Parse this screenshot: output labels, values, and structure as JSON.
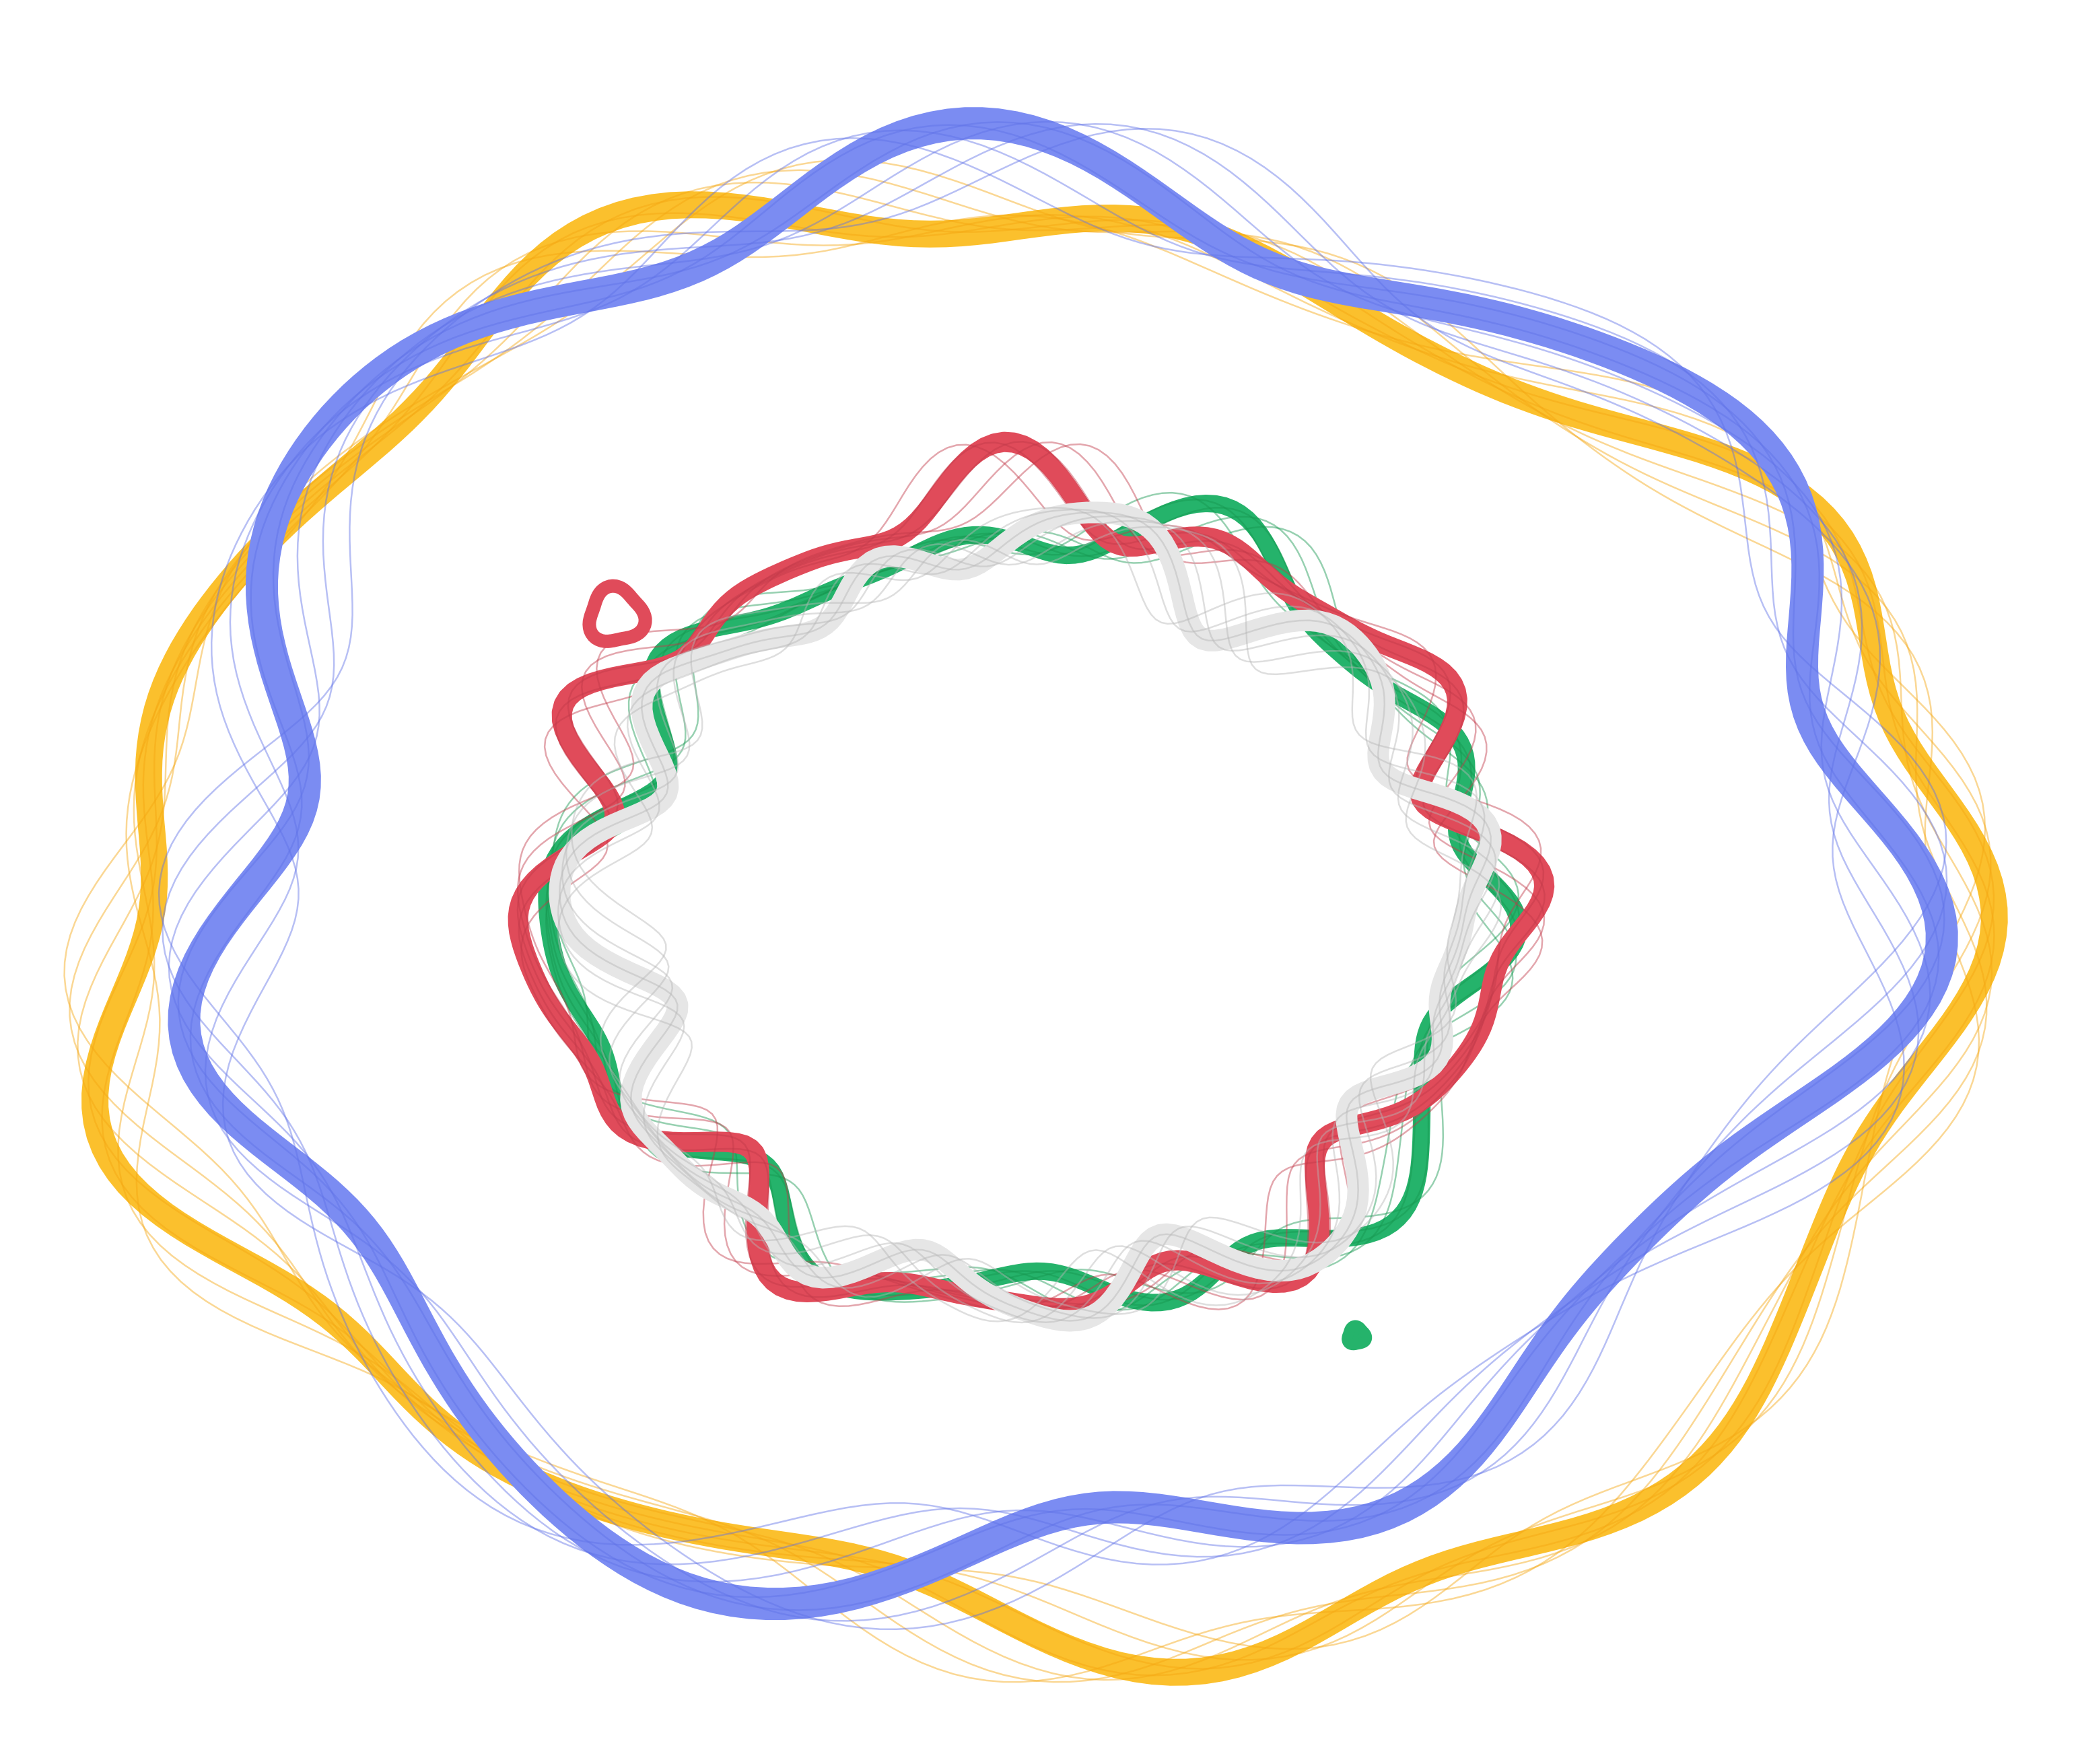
{
  "artwork": {
    "colors": {
      "background": "#ffffff",
      "outer_blue": "#7b8cf2",
      "outer_blue_dark": "#5f70e6",
      "outer_yellow": "#fbc02d",
      "outer_yellow_dark": "#f3a712",
      "inner_red": "#e04b5a",
      "inner_red_dark": "#c23a4a",
      "inner_green": "#25b36b",
      "inner_green_dark": "#16964f",
      "inner_white": "#e6e6e6",
      "inner_white_dark": "#b5b5b5"
    },
    "rings": [
      {
        "name": "blue-ring",
        "color_key": "outer_blue",
        "shade_key": "outer_blue_dark"
      },
      {
        "name": "yellow-ring",
        "color_key": "outer_yellow",
        "shade_key": "outer_yellow_dark"
      },
      {
        "name": "green-ring",
        "color_key": "inner_green",
        "shade_key": "inner_green_dark"
      },
      {
        "name": "red-ring",
        "color_key": "inner_red",
        "shade_key": "inner_red_dark"
      },
      {
        "name": "white-ring",
        "color_key": "inner_white",
        "shade_key": "inner_white_dark"
      }
    ],
    "blobs": [
      {
        "name": "red-blob",
        "color_key": "inner_red"
      },
      {
        "name": "green-blob",
        "color_key": "inner_green"
      }
    ]
  }
}
